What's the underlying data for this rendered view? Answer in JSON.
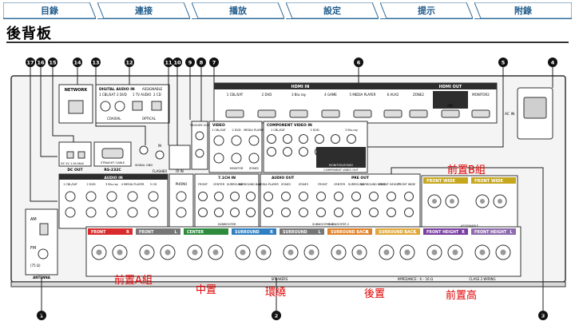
{
  "nav": {
    "tabs": [
      {
        "label": "目錄"
      },
      {
        "label": "連接"
      },
      {
        "label": "播放"
      },
      {
        "label": "設定"
      },
      {
        "label": "提示"
      },
      {
        "label": "附錄"
      }
    ]
  },
  "page": {
    "title": "後背板"
  },
  "callouts": {
    "numbers": [
      "17",
      "16",
      "15",
      "14",
      "13",
      "12",
      "11",
      "10",
      "9",
      "8",
      "7",
      "6",
      "5",
      "4",
      "3",
      "2",
      "1"
    ]
  },
  "panel": {
    "network": "NETWORK",
    "digital_audio_in": "DIGITAL AUDIO IN",
    "assignable": "ASSIGNABLE",
    "coaxial": "COAXIAL",
    "optical": "OPTICAL",
    "digital_inputs": [
      "1 CBL/SAT",
      "2 DVD",
      "1 TV AUDIO",
      "2 CD"
    ],
    "hdmi_in": "HDMI IN",
    "hdmi_out": "HDMI OUT",
    "hdmi_inputs": [
      "1 CBL/SAT",
      "2 DVD",
      "3 Blu-ray",
      "4 GAME",
      "5 MEDIA PLAYER",
      "6 AUX2"
    ],
    "hdmi_outputs": [
      "ZONE2",
      "MONITOR",
      "MONITOR2"
    ],
    "arc": "ARC",
    "ac_in": "AC IN",
    "dc_out": "DC OUT",
    "dc_rating": "DC 5V 1.5A MAX",
    "rs232c": "RS-232C",
    "straight_cable": "STRAIGHT CABLE",
    "signal_gnd": "SIGNAL GND",
    "ir_in": "IN",
    "flasher": "FLASHER",
    "ir_in_label": "IR IN",
    "trigger_out": "TRIGGER OUT",
    "video": "VIDEO",
    "video_inputs": [
      "1 CBL/SAT",
      "2 DVD",
      "MEDIA PLAYER",
      "MEDIA PLAYER"
    ],
    "monitor": "MONITOR",
    "zone2": "ZONE2",
    "component_video_in": "COMPONENT VIDEO IN",
    "component_video_out": "COMPONENT VIDEO OUT",
    "monitor_zone2": "MONITOR/ZONE2",
    "component_inputs": [
      "1 CBL/SAT",
      "2 DVD",
      "3 Blu-ray"
    ],
    "audio_in": "AUDIO IN",
    "audio_inputs": [
      "1 CBL/SAT",
      "2 DVD",
      "3 Blu-ray",
      "4 MEDIA PLAYER",
      "5 CD"
    ],
    "phono": "PHONO",
    "ch71_in": "7.1CH IN",
    "ch71_channels": [
      "FRONT",
      "CENTER",
      "SURROUND",
      "SURROUND BACK"
    ],
    "subwoofer": "SUBWOOFER",
    "audio_out": "AUDIO OUT",
    "audio_out_channels": [
      "MEDIA PLAYER",
      "ZONE2",
      "ZONE3"
    ],
    "pre_out": "PRE OUT",
    "pre_out_channels": [
      "FRONT",
      "CENTER",
      "SURROUND",
      "SURROUND BACK",
      "FRONT HEIGHT",
      "FRONT WIDE"
    ],
    "subwoofer_1": "SUBWOOFER 1",
    "subwoofer_2": "SUBWOOFER 2",
    "antenna": "ANTENNA",
    "am": "AM",
    "fm": "FM",
    "fm_ohm": "(75 Ω)",
    "speakers": "SPEAKERS",
    "impedance": "IMPEDANCE : 6 – 16 Ω",
    "class2": "CLASS 2 WIRING",
    "speaker_channels": [
      {
        "label": "FRONT",
        "side": "R",
        "color": "#d92b2b"
      },
      {
        "label": "FRONT",
        "side": "L",
        "color": "#777777"
      },
      {
        "label": "CENTER",
        "side": "",
        "color": "#2e8b3e"
      },
      {
        "label": "SURROUND",
        "side": "R",
        "color": "#2f7fc2"
      },
      {
        "label": "SURROUND",
        "side": "L",
        "color": "#777777"
      },
      {
        "label": "SURROUND BACK",
        "side": "R",
        "color": "#e0822a"
      },
      {
        "label": "SURROUND BACK",
        "side": "L",
        "color": "#e0a83a"
      },
      {
        "label": "FRONT HEIGHT",
        "side": "R",
        "color": "#7a3fa0"
      },
      {
        "label": "FRONT HEIGHT",
        "side": "L",
        "color": "#8e6aae"
      }
    ],
    "front_wide_r": "FRONT WIDE",
    "front_wide_l": "FRONT WIDE",
    "front_wide_color": "#c6a81f"
  },
  "overlays": {
    "front_b": "前置B組",
    "front_a": "前置A組",
    "center": "中置",
    "surround": "環繞",
    "surround_back": "後置",
    "front_height": "前置高"
  }
}
